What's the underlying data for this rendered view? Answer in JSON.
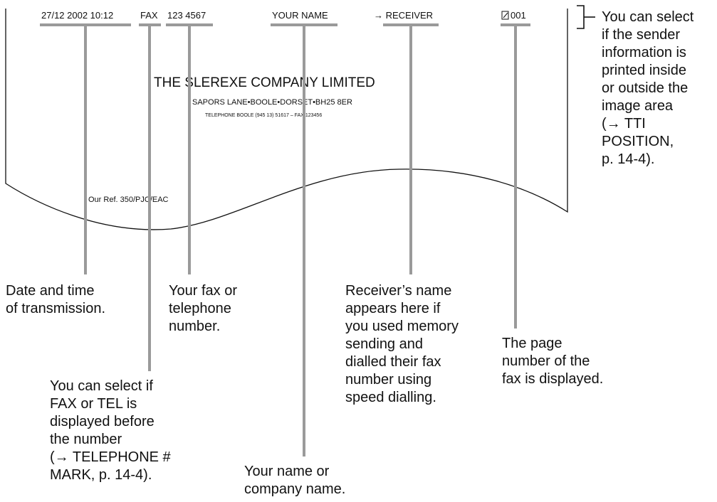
{
  "header": {
    "datetime": "27/12 2002  10:12",
    "fax_mark": "FAX",
    "fax_number": "123 4567",
    "your_name": "YOUR NAME",
    "receiver": "→ RECEIVER",
    "page_number": "001"
  },
  "document": {
    "company": "THE SLEREXE COMPANY LIMITED",
    "address": "SAPORS LANE•BOOLE•DORSET•BH25 8ER",
    "telephone": "TELEPHONE BOOLE (945 13) 51617 – FAX 123456",
    "reference": "Our Ref. 350/PJC/EAC"
  },
  "callouts": {
    "date_time": "Date and time\nof transmission.",
    "fax_tel_mark": "You can select if\nFAX or TEL is\ndisplayed before\nthe number\n(→ TELEPHONE #\nMARK, p. 14-4).",
    "fax_number": "Your fax or\ntelephone\nnumber.",
    "your_name": "Your name or\ncompany name.",
    "receiver": "Receiver’s name\nappears here if\nyou used memory\nsending and\ndialled their fax\nnumber using\nspeed dialling.",
    "page_number": "The page\nnumber of the\nfax is displayed.",
    "tti_position": "You can select\nif the sender\ninformation is\nprinted inside\nor outside the\nimage area\n(→ TTI\nPOSITION,\np. 14-4)."
  }
}
